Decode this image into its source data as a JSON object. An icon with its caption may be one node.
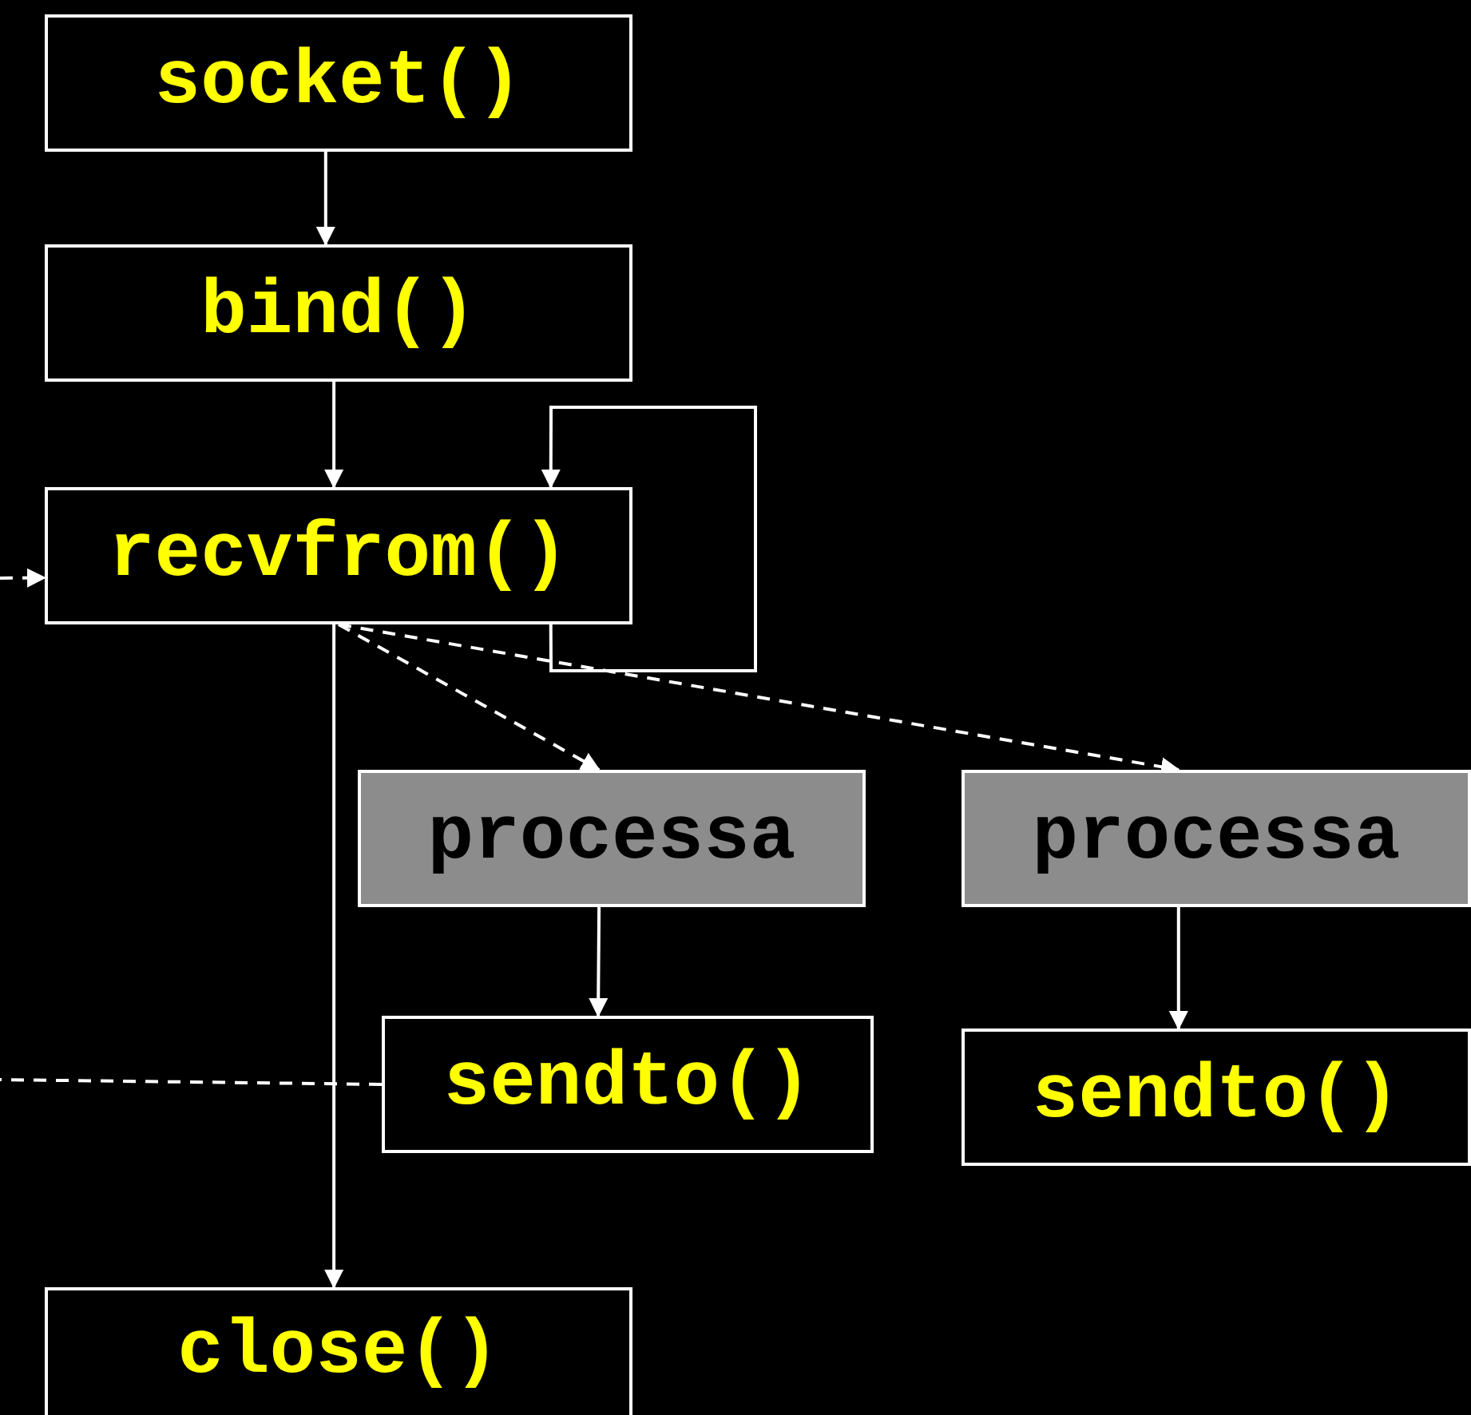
{
  "diagram": {
    "nodes": [
      {
        "text": [
          "socket()"
        ]
      },
      {
        "text": [
          "bind()"
        ]
      },
      {
        "text": [
          "recvfrom()"
        ]
      },
      {
        "text": [
          "processa"
        ]
      },
      {
        "text": [
          "processa"
        ]
      },
      {
        "text": [
          "sendto()"
        ]
      },
      {
        "text": [
          "sendto()"
        ]
      },
      {
        "text": [
          "close()"
        ]
      }
    ],
    "edges": [
      {
        "from": 0,
        "to": 1,
        "arrow": "to"
      },
      {
        "from": 1,
        "to": 2,
        "arrow": "to"
      },
      {
        "from": 2,
        "to": 2,
        "arrow": "to"
      },
      {
        "from": null,
        "to": 2,
        "arrow": "to",
        "style": "dashed"
      },
      {
        "from": 2,
        "to": 3,
        "arrow": "to",
        "style": "dashed"
      },
      {
        "from": 2,
        "to": 4,
        "arrow": "to",
        "style": "dashed"
      },
      {
        "from": 3,
        "to": 5,
        "arrow": "to"
      },
      {
        "from": 4,
        "to": 6,
        "arrow": "to"
      },
      {
        "from": 2,
        "to": 7,
        "arrow": "to"
      },
      {
        "from": 5,
        "to": null,
        "arrow": "none",
        "style": "dashed"
      }
    ]
  }
}
